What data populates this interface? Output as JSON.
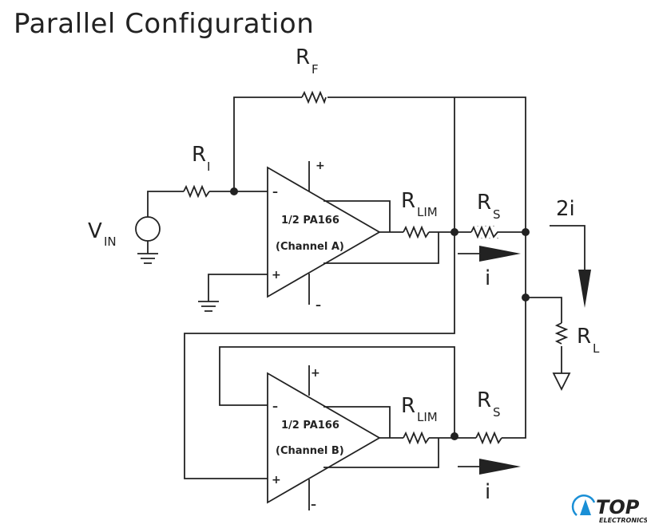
{
  "title": "Parallel Configuration",
  "labels": {
    "rf": "R",
    "rf_sub": "F",
    "ri": "R",
    "ri_sub": "I",
    "vin": "V",
    "vin_sub": "IN",
    "rlim_a": "R",
    "rlim_a_sub": "LIM",
    "rs_a": "R",
    "rs_a_sub": "S",
    "rlim_b": "R",
    "rlim_b_sub": "LIM",
    "rs_b": "R",
    "rs_b_sub": "S",
    "rl": "R",
    "rl_sub": "L",
    "total_current": "2i",
    "current_a": "i",
    "current_b": "i"
  },
  "amp_a": {
    "line1": "1/2 PA166",
    "line2": "(Channel A)",
    "minus": "–",
    "plus": "+",
    "supply_pos": "+",
    "supply_neg": "–"
  },
  "amp_b": {
    "line1": "1/2 PA166",
    "line2": "(Channel B)",
    "minus": "–",
    "plus": "+",
    "supply_pos": "+",
    "supply_neg": "–"
  },
  "logo": {
    "brand": "TOP",
    "tagline": "ELECTRONICS",
    "color": "#1a8fd6"
  }
}
